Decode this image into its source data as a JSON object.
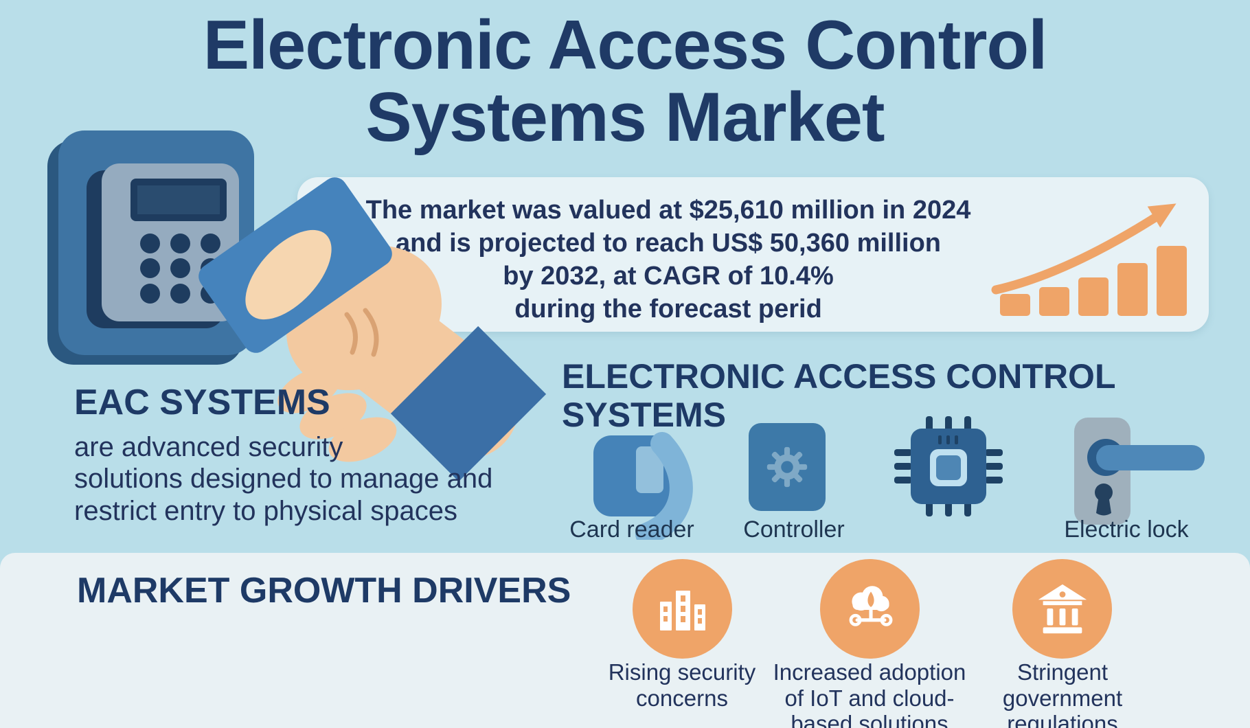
{
  "title": {
    "line1": "Electronic Access Control",
    "line2": "Systems Market"
  },
  "market_summary": {
    "text": "The market was valued at $25,610 million in 2024\nand is projected to reach US$ 50,360 million\nby 2032, at CAGR of 10.4%\nduring the forecast perid",
    "value_2024_usd_million": "25,610",
    "value_2032_usd_million": "50,360",
    "cagr_percent": "10.4",
    "base_year": "2024",
    "forecast_end_year": "2032"
  },
  "growth_chart": {
    "type": "bar",
    "values": [
      32,
      42,
      56,
      77,
      102
    ],
    "bar_color": "#EFA468",
    "trend_arrow": "up"
  },
  "eac_section": {
    "heading": "EAC SYSTEMS",
    "body": "are advanced security\nsolutions designed to manage and\nrestrict entry to physical spaces"
  },
  "components_section": {
    "heading": "ELECTRONIC ACCESS CONTROL\nSYSTEMS",
    "items": [
      {
        "label": "Card reader",
        "icon": "card-reader-icon"
      },
      {
        "label": "Controller",
        "icon": "controller-icon"
      },
      {
        "label": "",
        "icon": "chip-icon"
      },
      {
        "label": "Electric lock",
        "icon": "electric-lock-icon"
      }
    ]
  },
  "drivers_section": {
    "heading": "MARKET GROWTH DRIVERS",
    "items": [
      {
        "label": "Rising security\nconcerns",
        "icon": "buildings-icon"
      },
      {
        "label": "Increased adoption\nof IoT and cloud-\nbased solutions",
        "icon": "cloud-iot-icon"
      },
      {
        "label": "Stringent\ngovernment\nregulations",
        "icon": "bank-icon"
      }
    ]
  },
  "colors": {
    "background_top": "#B9DEE9",
    "background_bottom": "#E9F1F4",
    "navy": "#1F3A66",
    "body_text": "#22335C",
    "accent_orange": "#EFA468",
    "card_blue": "#4583BC",
    "panel_blue": "#3E74A3",
    "summary_box_bg": "#E7F2F6"
  }
}
